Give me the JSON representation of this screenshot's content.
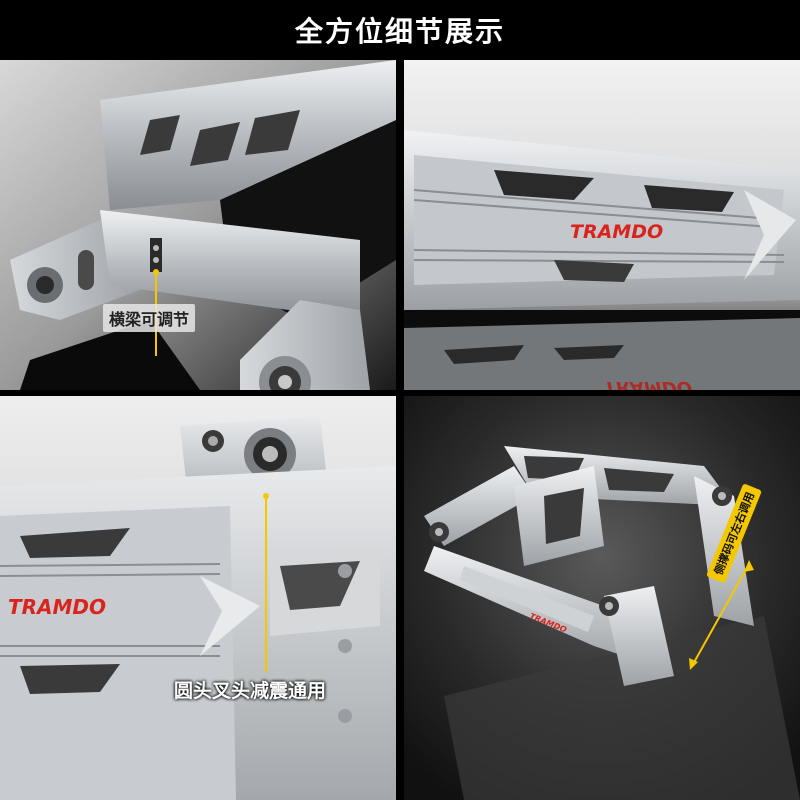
{
  "header": {
    "title": "全方位细节展示"
  },
  "panels": {
    "top_left": {
      "callout": "横梁可调节"
    },
    "top_right": {
      "logo_text": "TRAMDO",
      "reflection_text": "TRAMDO"
    },
    "bottom_left": {
      "logo_text": "TRAMDO",
      "callout": "圆头叉头减震通用"
    },
    "bottom_right": {
      "callout": "侧撑码可左右调用",
      "logo_text": "TRAMDO"
    }
  },
  "colors": {
    "background": "#000000",
    "title_text": "#ffffff",
    "callout_yellow": "#f4c800",
    "logo_red": "#d8241c",
    "aluminum": "#c8ccd0",
    "aluminum_dark": "#8a9096"
  }
}
